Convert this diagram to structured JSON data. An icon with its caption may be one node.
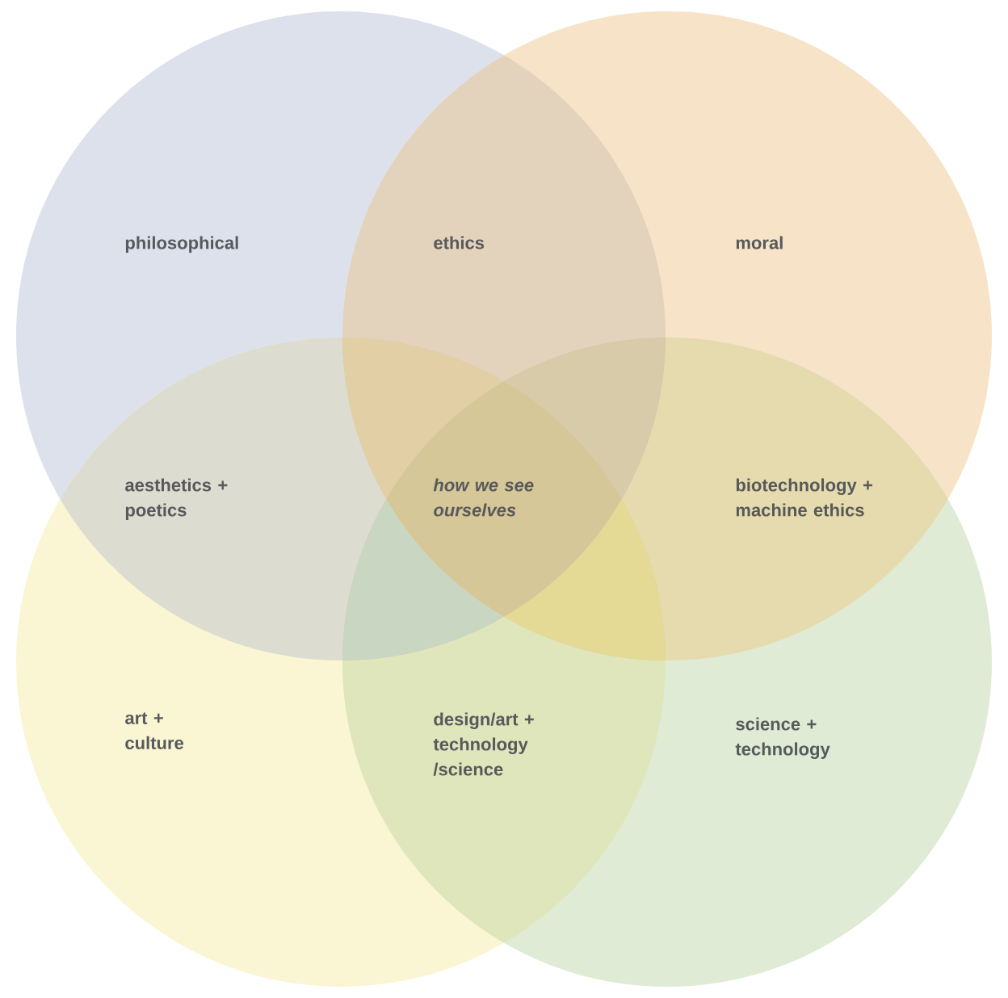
{
  "diagram": {
    "nodes": [
      {
        "text": [
          "philosophical"
        ]
      },
      {
        "text": [
          "moral"
        ]
      },
      {
        "text": [
          "art + culture"
        ]
      },
      {
        "text": [
          "science + technology"
        ]
      }
    ],
    "labels": [
      "ethics",
      "aesthetics + poetics",
      "how we see ourselves",
      "biotechnology + machine ethics",
      "design/art + technology /science"
    ]
  }
}
